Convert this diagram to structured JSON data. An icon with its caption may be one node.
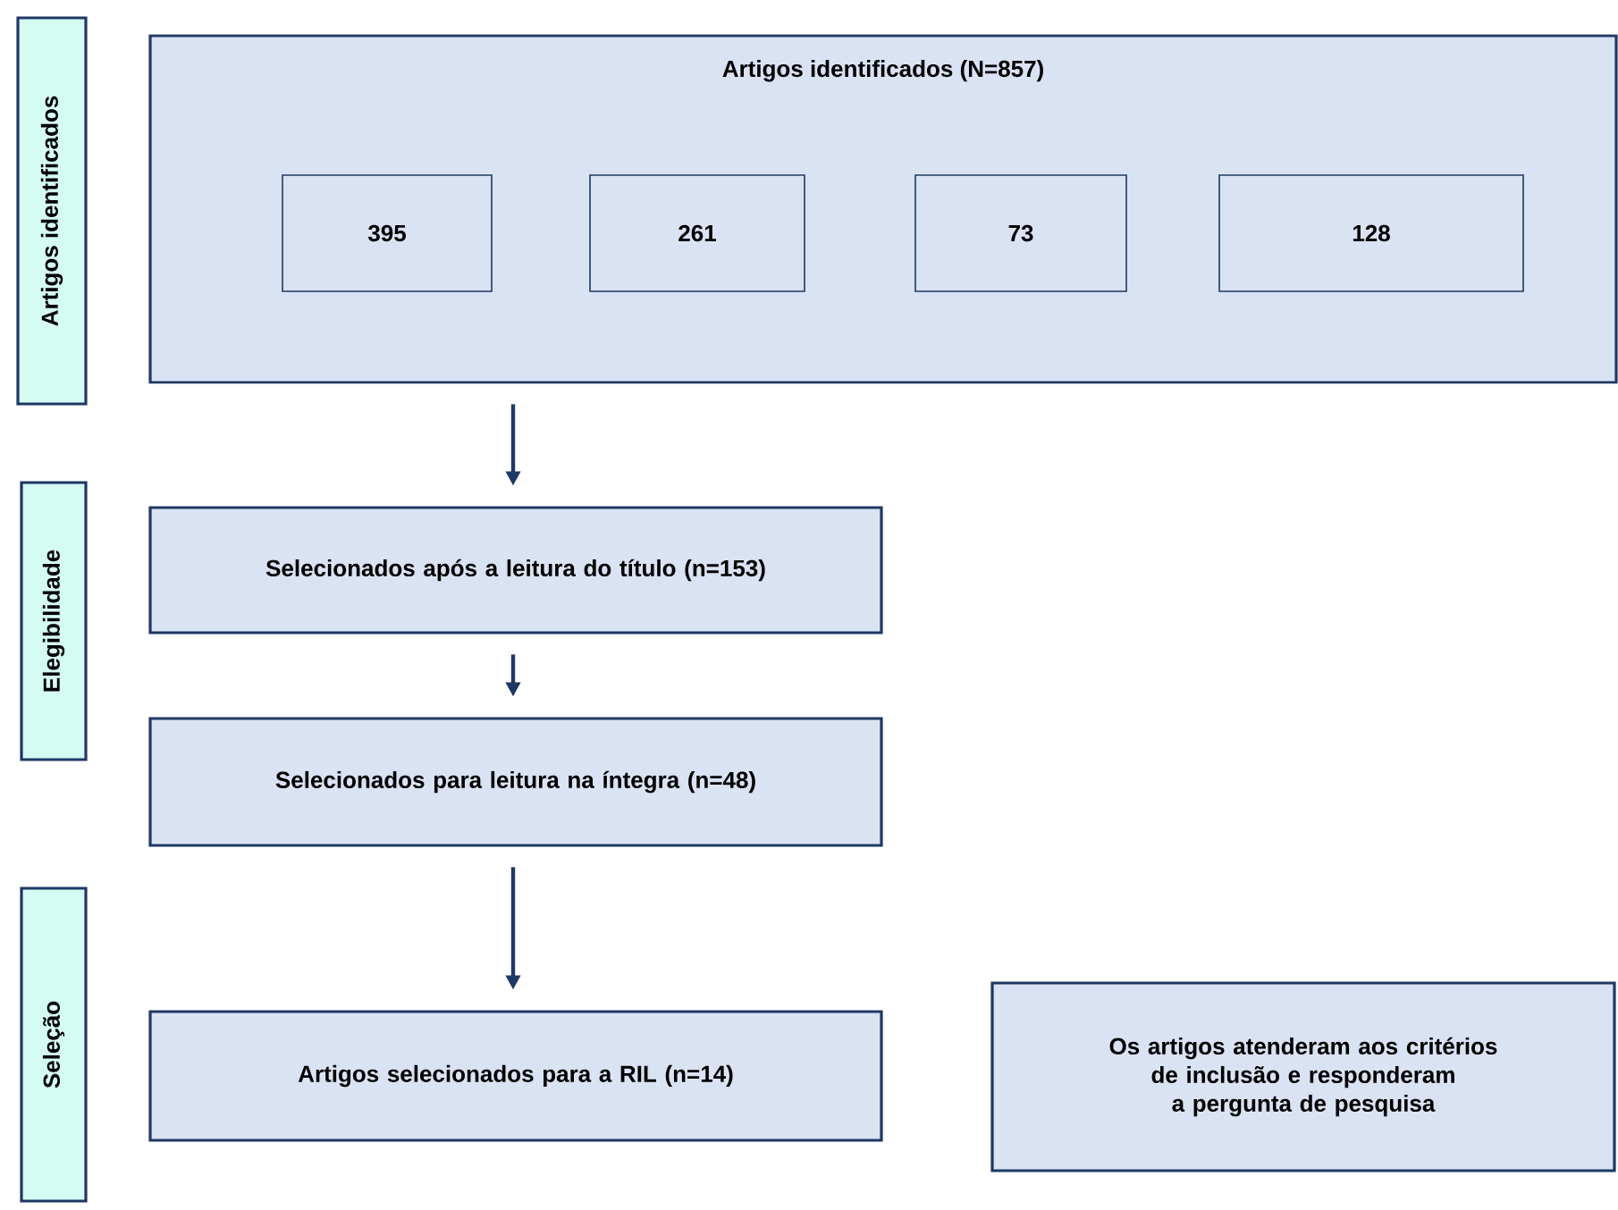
{
  "diagram": {
    "nodes": [
      {
        "text": [
          "Artigos identificados"
        ]
      },
      {
        "text": [
          "Artigos identificados (N=857)"
        ]
      },
      {
        "text": [
          "395"
        ],
        "in": 1
      },
      {
        "text": [
          "261"
        ],
        "in": 1
      },
      {
        "text": [
          "73"
        ],
        "in": 1
      },
      {
        "text": [
          "128"
        ],
        "in": 1
      },
      {
        "text": [
          "Elegibilidade"
        ]
      },
      {
        "text": [
          "Selecionados após a leitura do título (n=153)"
        ]
      },
      {
        "text": [
          "Selecionados para leitura na íntegra (n=48)"
        ]
      },
      {
        "text": [
          "Seleção"
        ]
      },
      {
        "text": [
          "Artigos selecionados para a RIL (n=14)"
        ]
      },
      {
        "text": [
          "Os artigos atenderam aos critérios de inclusão e responderam a pergunta de pesquisa"
        ]
      }
    ],
    "edges": [
      {
        "from": 1,
        "to": 7,
        "arrow": "to"
      },
      {
        "from": 7,
        "to": 8,
        "arrow": "to"
      },
      {
        "from": 8,
        "to": 10,
        "arrow": "to"
      }
    ]
  }
}
